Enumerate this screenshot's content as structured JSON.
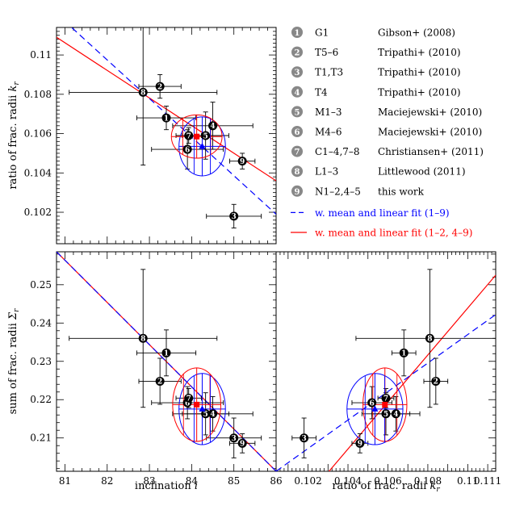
{
  "chart_data": {
    "type": "scatter",
    "legend": {
      "placement": "top-right",
      "entries": [
        {
          "num": "1",
          "id": "G1",
          "ref": "Gibson+ (2008)"
        },
        {
          "num": "2",
          "id": "T5–6",
          "ref": "Tripathi+ (2010)"
        },
        {
          "num": "3",
          "id": "T1,T3",
          "ref": "Tripathi+ (2010)"
        },
        {
          "num": "4",
          "id": "T4",
          "ref": "Tripathi+ (2010)"
        },
        {
          "num": "5",
          "id": "M1–3",
          "ref": "Maciejewski+ (2010)"
        },
        {
          "num": "6",
          "id": "M4–6",
          "ref": "Maciejewski+ (2010)"
        },
        {
          "num": "7",
          "id": "C1–4,7–8",
          "ref": "Christiansen+ (2011)"
        },
        {
          "num": "8",
          "id": "L1–3",
          "ref": "Littlewood (2011)"
        },
        {
          "num": "9",
          "id": "N1–2,4–5",
          "ref": "this work"
        }
      ],
      "lines": [
        {
          "label": "w. mean and linear fit (1–9)",
          "color": "#0000ff",
          "dash": true
        },
        {
          "label": "w. mean and linear fit (1–2, 4–9)",
          "color": "#ff0000",
          "dash": false
        }
      ]
    },
    "colors": {
      "all": "#0000ff",
      "subset": "#ff0000",
      "points": "#000000"
    },
    "axes": {
      "inclination": {
        "label": "inclination ",
        "label_sym": "i",
        "range": [
          80.8,
          86.0
        ],
        "ticks": [
          81,
          82,
          83,
          84,
          85,
          86
        ]
      },
      "k": {
        "label": "ratio of frac. radii ",
        "label_sym": "k",
        "label_sub": "r",
        "range": [
          0.1004,
          0.1114
        ],
        "ticks": [
          0.102,
          0.104,
          0.106,
          0.108,
          0.11,
          0.111
        ],
        "tick_labels": [
          "0.102",
          "0.104",
          "0.106",
          "0.108",
          "0.11",
          "0.111"
        ]
      },
      "sigma": {
        "label": "sum of frac. radii ",
        "label_sym": "Σ",
        "label_sub": "r",
        "range": [
          0.2013,
          0.2586
        ],
        "ticks": [
          0.21,
          0.22,
          0.23,
          0.24,
          0.25
        ],
        "tick_labels": [
          "0.21",
          "0.22",
          "0.23",
          "0.24",
          "0.25"
        ]
      }
    },
    "points": [
      {
        "num": "1",
        "i": 83.4,
        "i_err": 0.7,
        "k": 0.1068,
        "k_err": 0.0006,
        "s": 0.2322,
        "s_err": 0.006
      },
      {
        "num": "2",
        "i": 83.25,
        "i_err": 0.5,
        "k": 0.1084,
        "k_err": 0.0006,
        "s": 0.2248,
        "s_err": 0.006
      },
      {
        "num": "3",
        "i": 85.0,
        "i_err": 0.65,
        "k": 0.1018,
        "k_err": 0.0006,
        "s": 0.21,
        "s_err": 0.0052
      },
      {
        "num": "4",
        "i": 84.5,
        "i_err": 0.95,
        "k": 0.1064,
        "k_err": 0.0012,
        "s": 0.2163,
        "s_err": 0.0045
      },
      {
        "num": "5",
        "i": 84.33,
        "i_err": 0.55,
        "k": 0.1059,
        "k_err": 0.0012,
        "s": 0.2163,
        "s_err": 0.0055
      },
      {
        "num": "6",
        "i": 83.9,
        "i_err": 0.85,
        "k": 0.1052,
        "k_err": 0.001,
        "s": 0.2192,
        "s_err": 0.0042
      },
      {
        "num": "7",
        "i": 83.93,
        "i_err": 0.3,
        "k": 0.1059,
        "k_err": 0.0004,
        "s": 0.2204,
        "s_err": 0.0025
      },
      {
        "num": "8",
        "i": 82.85,
        "i_err": 1.75,
        "k": 0.1081,
        "k_err": 0.0037,
        "s": 0.236,
        "s_err": 0.018
      },
      {
        "num": "9",
        "i": 85.2,
        "i_err": 0.3,
        "k": 0.1046,
        "k_err": 0.0004,
        "s": 0.2086,
        "s_err": 0.0025
      }
    ],
    "mean_all": {
      "i": 84.25,
      "k": 0.10535,
      "s": 0.21755,
      "i_err": 0.45,
      "k_err": 0.0015,
      "s_err": 0.0093
    },
    "mean_subset": {
      "i": 84.12,
      "k": 0.10585,
      "s": 0.2187,
      "i_err": 0.55,
      "k_err": 0.0011,
      "s_err": 0.0096
    },
    "ellipses": {
      "all": {
        "top_left": [
          0.55,
          0.0015
        ],
        "bottom_left": [
          0.55,
          0.0093
        ],
        "bottom_right": [
          0.0014,
          0.0093
        ]
      },
      "subset": {
        "top_left": [
          0.6,
          0.0011
        ],
        "bottom_left": [
          0.57,
          0.0096
        ],
        "bottom_right": [
          0.0011,
          0.0096
        ]
      }
    },
    "fits": {
      "top_left": {
        "all": {
          "x": [
            80.8,
            86.0
          ],
          "y": [
            0.1121,
            0.1019
          ]
        },
        "subset": {
          "x": [
            80.8,
            86.0
          ],
          "y": [
            0.1109,
            0.1036
          ]
        }
      },
      "bottom_left": {
        "all": {
          "x": [
            80.8,
            86.0
          ],
          "y": [
            0.2586,
            0.2013
          ]
        },
        "subset": {
          "x": [
            80.8,
            86.0
          ],
          "y": [
            0.2586,
            0.2013
          ]
        }
      },
      "bottom_right": {
        "all": {
          "x": [
            0.1004,
            0.1114
          ],
          "y": [
            0.2013,
            0.2422
          ]
        },
        "subset": {
          "x": [
            0.10305,
            0.1114
          ],
          "y": [
            0.2013,
            0.2525
          ]
        }
      }
    }
  }
}
